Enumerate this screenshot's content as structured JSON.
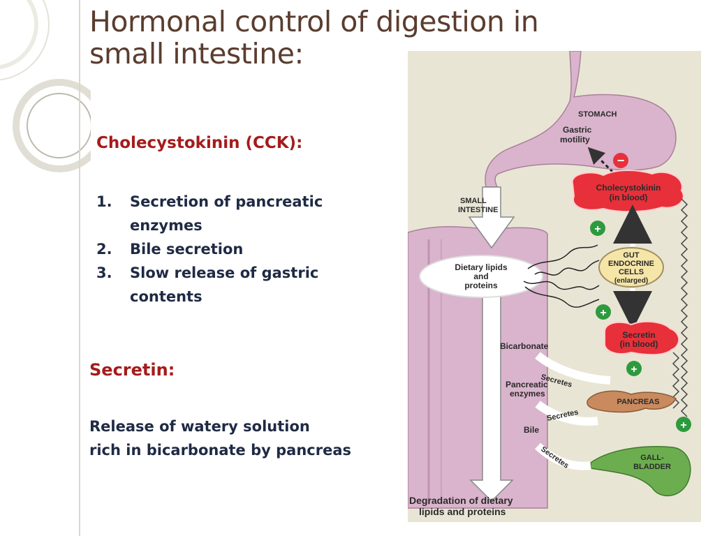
{
  "slide": {
    "title_line1": "Hormonal control of digestion in",
    "title_line2": "small intestine:",
    "cck": {
      "heading": "Cholecystokinin (CCK):",
      "items": [
        {
          "num": "1.",
          "text": "Secretion of pancreatic enzymes"
        },
        {
          "num": "2.",
          "text": "Bile secretion"
        },
        {
          "num": "3.",
          "text": "Slow release of gastric contents"
        }
      ]
    },
    "secretin": {
      "heading": "Secretin:",
      "text_line1": "Release of watery solution",
      "text_line2": "rich in bicarbonate by pancreas"
    }
  },
  "diagram": {
    "stomach": "STOMACH",
    "gastric_line1": "Gastric",
    "gastric_line2": "motility",
    "minus": "−",
    "cck_line1": "Cholecystokinin",
    "cck_line2": "(in blood)",
    "small_line1": "SMALL",
    "small_line2": "INTESTINE",
    "plus": "+",
    "gut_line1": "GUT",
    "gut_line2": "ENDOCRINE",
    "gut_line3": "CELLS",
    "gut_line4": "(enlarged)",
    "dietary_line1": "Dietary lipids",
    "dietary_line2": "and",
    "dietary_line3": "proteins",
    "secretin_line1": "Secretin",
    "secretin_line2": "(in blood)",
    "bicarbonate": "Bicarbonate",
    "secretes": "Secretes",
    "pancreatic_line1": "Pancreatic",
    "pancreatic_line2": "enzymes",
    "pancreas": "PANCREAS",
    "bile": "Bile",
    "gall_line1": "GALL-",
    "gall_line2": "BLADDER",
    "degradation_line1": "Degradation of dietary",
    "degradation_line2": "lipids and proteins"
  },
  "colors": {
    "title": "#5a3d2f",
    "heading_red": "#a51b1b",
    "body_navy": "#1f2a44",
    "diagram_bg": "#e9e5d5",
    "intestine": "#d9b4cc",
    "hormone_red": "#e8303a",
    "endocrine": "#f5e6a8",
    "pancreas": "#c98a5e",
    "gallbladder": "#6cae4f",
    "plus_green": "#2e9a3e"
  }
}
